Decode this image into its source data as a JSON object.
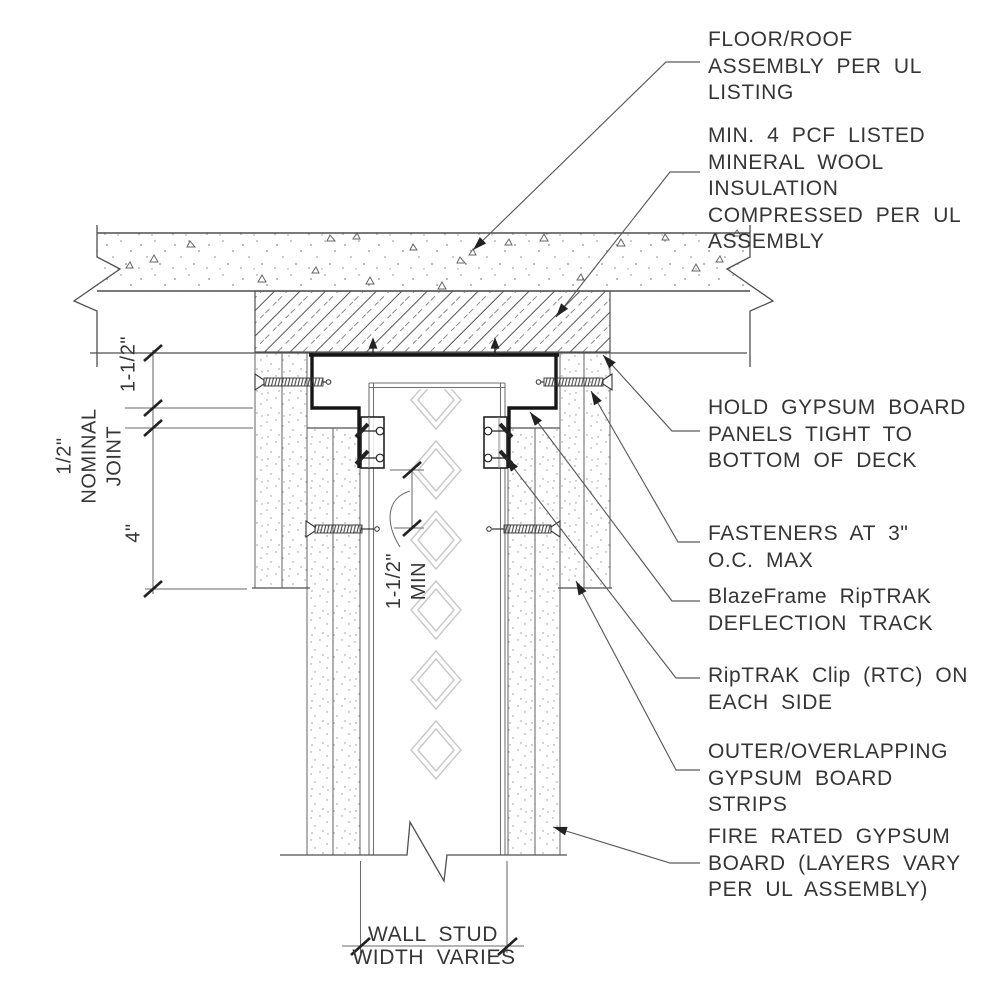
{
  "drawing": {
    "callouts": {
      "floor_roof": "FLOOR/ROOF\nASSEMBLY PER UL\nLISTING",
      "mineral_wool": "MIN. 4 PCF LISTED\nMINERAL WOOL INSULATION\nCOMPRESSED PER UL\nASSEMBLY",
      "hold_gypsum": "HOLD GYPSUM BOARD\nPANELS TIGHT TO\nBOTTOM OF DECK",
      "fasteners": "FASTENERS AT 3\"\nO.C. MAX",
      "deflection_track": "BlazeFrame RipTRAK\nDEFLECTION TRACK",
      "riptrak_clip": "RipTRAK Clip (RTC) ON\nEACH SIDE",
      "outer_strips": "OUTER/OVERLAPPING\nGYPSUM BOARD\nSTRIPS",
      "fire_rated_board": "FIRE RATED GYPSUM\nBOARD (LAYERS VARY\nPER UL ASSEMBLY)"
    },
    "dimensions": {
      "track_leg": "1-1/2\"",
      "nominal_joint": "1/2\"\nNOMINAL\nJOINT",
      "strip_overlap": "4\"",
      "deflection_gap": "1-1/2\"\nMIN",
      "wall_stud_line1": "WALL STUD",
      "wall_stud_line2": "WIDTH VARIES"
    },
    "colors": {
      "line": "#4f4f4f",
      "track": "#161616",
      "text": "#353535"
    }
  }
}
